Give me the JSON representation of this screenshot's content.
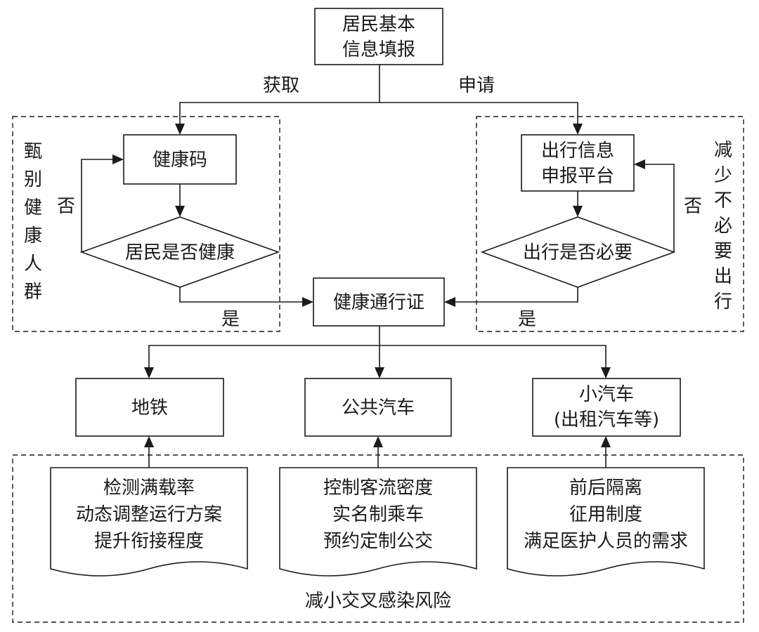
{
  "nodes": {
    "start": [
      "居民基本",
      "信息填报"
    ],
    "health_code": "健康码",
    "health_check": "居民是否健康",
    "travel_platform": [
      "出行信息",
      "申报平台"
    ],
    "travel_check": "出行是否必要",
    "pass": "健康通行证",
    "metro": "地铁",
    "bus": "公共汽车",
    "car": [
      "小汽车",
      "(出租汽车等)"
    ]
  },
  "edges": {
    "get": "获取",
    "apply": "申请",
    "no_left": "否",
    "no_right": "否",
    "yes_left": "是",
    "yes_right": "是"
  },
  "groups": {
    "left_side": [
      "甄",
      "别",
      "健",
      "康",
      "人",
      "群"
    ],
    "right_side": [
      "减",
      "少",
      "不",
      "必",
      "要",
      "出",
      "行"
    ],
    "bottom": "减小交叉感染风险"
  },
  "docs": {
    "metro": [
      "检测满载率",
      "动态调整运行方案",
      "提升衔接程度"
    ],
    "bus": [
      "控制客流密度",
      "实名制乘车",
      "预约定制公交"
    ],
    "car": [
      "前后隔离",
      "征用制度",
      "满足医护人员的需求"
    ]
  }
}
